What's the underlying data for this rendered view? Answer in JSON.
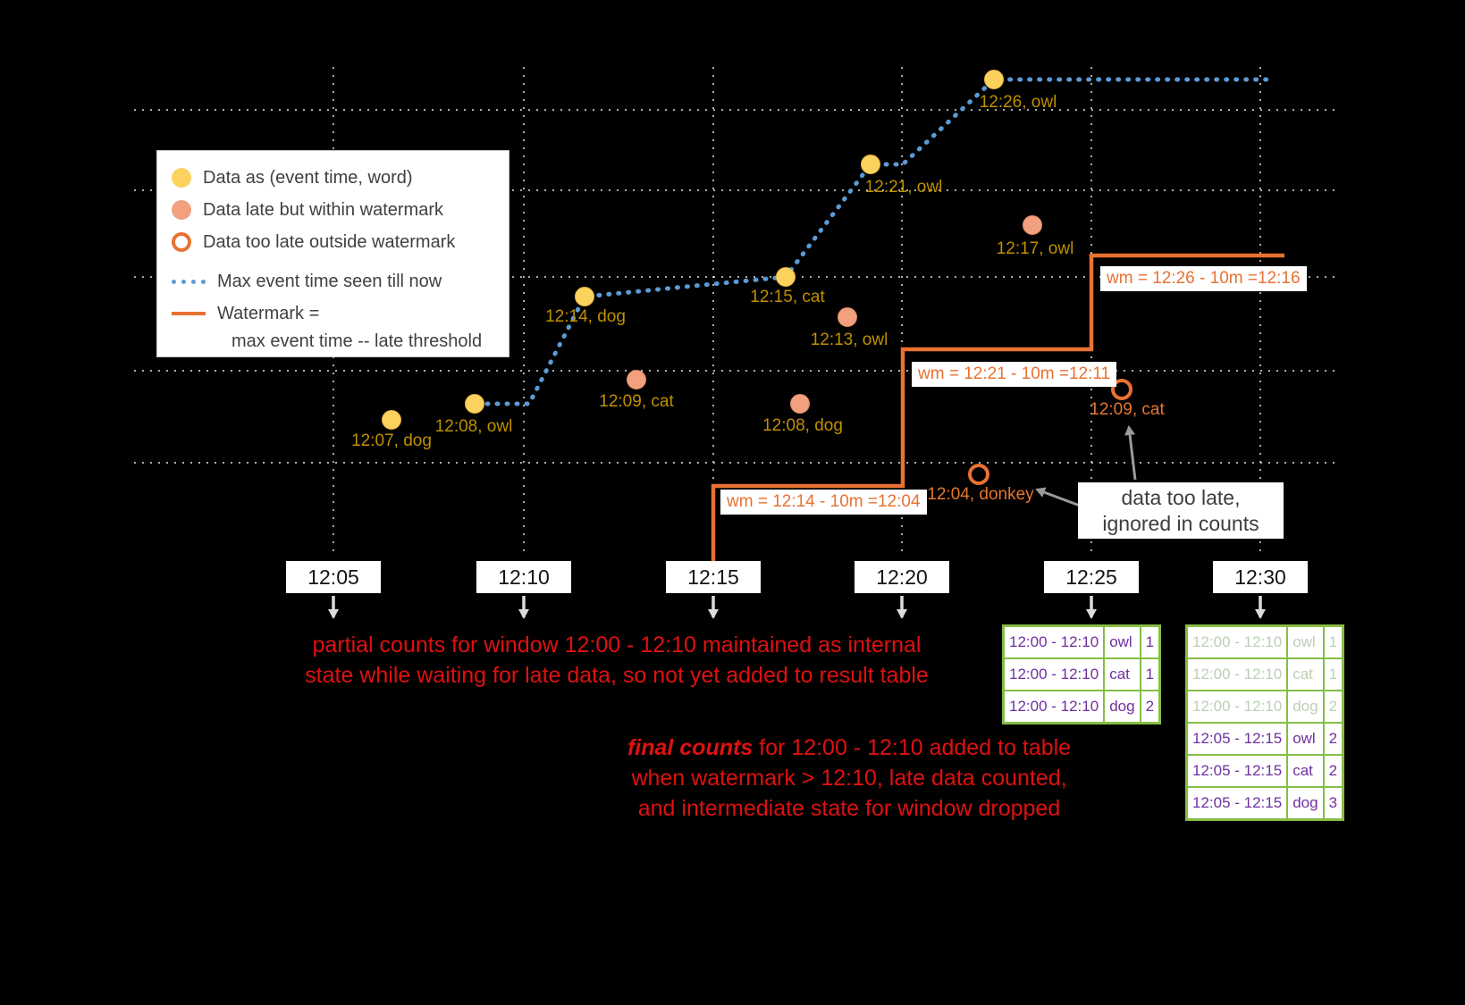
{
  "colors": {
    "background": "#000000",
    "grid_line": "#ffffff",
    "max_event_time_line": "#5b9bd5",
    "watermark_line": "#e97132",
    "ontime_point": "#fcd25f",
    "late_point": "#f2a07e",
    "too_late_ring": "#e97132",
    "point_label_gold": "#bf9000",
    "too_late_label_orange": "#e8762d",
    "note_red": "#e01010",
    "table_border_green": "#86bd44",
    "table_text_purple": "#7030a0",
    "table_text_faded": "#bdcfb6"
  },
  "legend": {
    "items": [
      {
        "icon": "ontime-dot",
        "label": "Data as (event time, word)"
      },
      {
        "icon": "late-dot",
        "label": "Data late but within watermark"
      },
      {
        "icon": "toolate-ring",
        "label": "Data too late outside watermark"
      },
      {
        "icon": "max-event-line",
        "label": "Max event time seen till now"
      },
      {
        "icon": "watermark-line",
        "label": "Watermark =",
        "label2": "max event time -- late threshold"
      }
    ]
  },
  "points": {
    "ontime": [
      {
        "label": "12:07, dog"
      },
      {
        "label": "12:08, owl"
      },
      {
        "label": "12:14, dog"
      },
      {
        "label": "12:15, cat"
      },
      {
        "label": "12:21, owl"
      },
      {
        "label": "12:26, owl"
      }
    ],
    "late": [
      {
        "label": "12:09, cat"
      },
      {
        "label": "12:08, dog"
      },
      {
        "label": "12:13, owl"
      },
      {
        "label": "12:17, owl"
      }
    ],
    "too_late": [
      {
        "label": "12:04, donkey"
      },
      {
        "label": "12:09, cat"
      }
    ]
  },
  "axis_ticks": [
    "12:05",
    "12:10",
    "12:15",
    "12:20",
    "12:25",
    "12:30"
  ],
  "watermark_labels": [
    "wm = 12:14 - 10m =12:04",
    "wm = 12:21 - 10m =12:11",
    "wm = 12:26 - 10m =12:16"
  ],
  "notes": {
    "partial_line1": "partial counts for window 12:00 - 12:10 maintained as internal",
    "partial_line2": "state while waiting for late data, so not yet added  to result table",
    "final_emphasis": "final counts",
    "final_line1_rest": " for 12:00 - 12:10 added to table",
    "final_line2": "when watermark > 12:10, late data counted,",
    "final_line3": "and intermediate state for window dropped",
    "too_late_line1": "data too late,",
    "too_late_line2": "ignored in counts"
  },
  "result_tables": {
    "at_1225": {
      "rows": [
        {
          "window": "12:00 - 12:10",
          "word": "owl",
          "count": "1"
        },
        {
          "window": "12:00 - 12:10",
          "word": "cat",
          "count": "1"
        },
        {
          "window": "12:00 - 12:10",
          "word": "dog",
          "count": "2"
        }
      ]
    },
    "at_1230": {
      "rows": [
        {
          "window": "12:00 - 12:10",
          "word": "owl",
          "count": "1",
          "faded": true
        },
        {
          "window": "12:00 - 12:10",
          "word": "cat",
          "count": "1",
          "faded": true
        },
        {
          "window": "12:00 - 12:10",
          "word": "dog",
          "count": "2",
          "faded": true
        },
        {
          "window": "12:05 - 12:15",
          "word": "owl",
          "count": "2",
          "faded": false
        },
        {
          "window": "12:05 - 12:15",
          "word": "cat",
          "count": "2",
          "faded": false
        },
        {
          "window": "12:05 - 12:15",
          "word": "dog",
          "count": "3",
          "faded": false
        }
      ]
    }
  }
}
